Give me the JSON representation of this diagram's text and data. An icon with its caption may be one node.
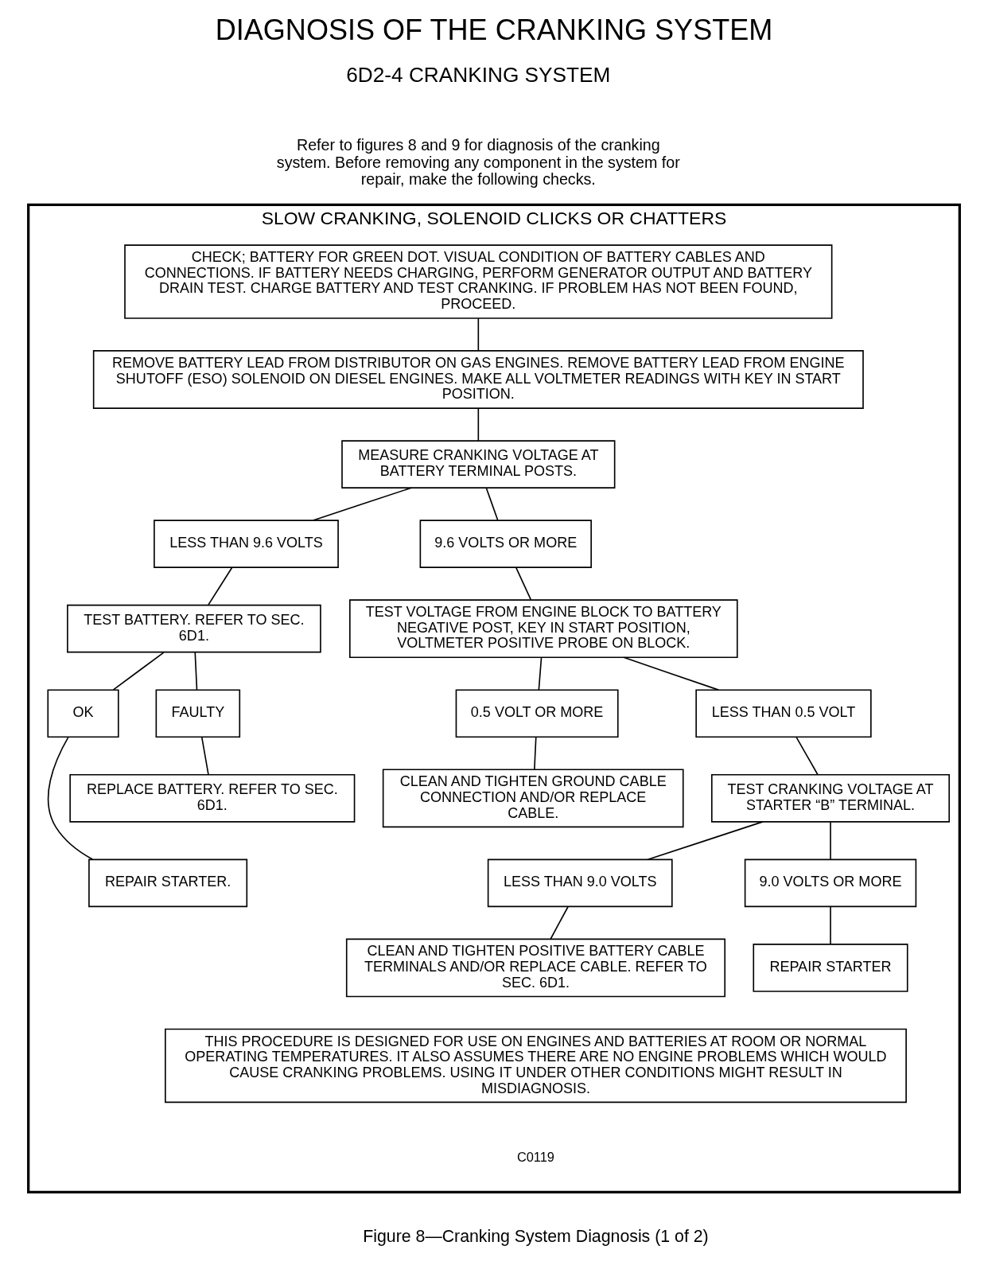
{
  "diagram": {
    "title": "DIAGNOSIS OF THE CRANKING SYSTEM",
    "caption": "Figure 8—Cranking System Diagnosis (1 of 2)",
    "nodes": [
      {
        "text": [
          "SLOW CRANKING, SOLENOID CLICKS OR CHATTERS"
        ]
      },
      {
        "text": [
          "CHECK; BATTERY FOR GREEN DOT. VISUAL CONDITION OF BATTERY CABLES AND CONNECTIONS. IF BATTERY NEEDS CHARGING, PERFORM GENERATOR OUTPUT AND BATTERY DRAIN TEST. CHARGE BATTERY AND TEST CRANKING. IF PROBLEM HAS NOT BEEN FOUND, PROCEED."
        ],
        "in": 0
      },
      {
        "text": [
          "REMOVE BATTERY LEAD FROM DISTRIBUTOR ON GAS ENGINES. REMOVE BATTERY LEAD FROM ENGINE SHUTOFF (ESO) SOLENOID ON DIESEL ENGINES. MAKE ALL VOLTMETER READINGS WITH KEY IN START POSITION."
        ],
        "in": 0
      },
      {
        "text": [
          "MEASURE CRANKING VOLTAGE AT BATTERY TERMINAL POSTS."
        ],
        "in": 0
      },
      {
        "text": [
          "LESS THAN 9.6 VOLTS"
        ],
        "in": 0
      },
      {
        "text": [
          "9.6 VOLTS OR MORE"
        ],
        "in": 0
      },
      {
        "text": [
          "TEST BATTERY. REFER TO SEC. 6D1."
        ],
        "in": 0
      },
      {
        "text": [
          "TEST VOLTAGE FROM ENGINE BLOCK TO BATTERY NEGATIVE POST, KEY IN START POSITION, VOLTMETER POSITIVE PROBE ON BLOCK."
        ],
        "in": 0
      },
      {
        "text": [
          "OK"
        ],
        "in": 0
      },
      {
        "text": [
          "FAULTY"
        ],
        "in": 0
      },
      {
        "text": [
          "0.5 VOLT OR MORE"
        ],
        "in": 0
      },
      {
        "text": [
          "LESS THAN 0.5 VOLT"
        ],
        "in": 0
      },
      {
        "text": [
          "REPLACE BATTERY. REFER TO SEC. 6D1."
        ],
        "in": 0
      },
      {
        "text": [
          "CLEAN AND TIGHTEN GROUND CABLE CONNECTION AND/OR REPLACE CABLE."
        ],
        "in": 0
      },
      {
        "text": [
          "TEST CRANKING VOLTAGE AT STARTER “B” TERMINAL."
        ],
        "in": 0
      },
      {
        "text": [
          "REPAIR STARTER."
        ],
        "in": 0
      },
      {
        "text": [
          "LESS THAN 9.0 VOLTS"
        ],
        "in": 0
      },
      {
        "text": [
          "9.0 VOLTS OR MORE"
        ],
        "in": 0
      },
      {
        "text": [
          "CLEAN AND TIGHTEN POSITIVE BATTERY CABLE TERMINALS AND/OR REPLACE CABLE. REFER TO SEC. 6D1."
        ],
        "in": 0
      },
      {
        "text": [
          "REPAIR STARTER"
        ],
        "in": 0
      },
      {
        "text": [
          "THIS PROCEDURE IS DESIGNED FOR USE ON ENGINES AND BATTERIES AT ROOM OR NORMAL OPERATING TEMPERATURES. IT ALSO ASSUMES THERE ARE NO ENGINE PROBLEMS WHICH WOULD CAUSE CRANKING PROBLEMS. USING IT UNDER OTHER CONDITIONS MIGHT RESULT IN MISDIAGNOSIS."
        ],
        "in": 0
      }
    ],
    "edges": [
      {
        "from": 1,
        "to": 2,
        "arrow": "none"
      },
      {
        "from": 2,
        "to": 3,
        "arrow": "none"
      },
      {
        "from": 3,
        "to": 4,
        "arrow": "none"
      },
      {
        "from": 3,
        "to": 5,
        "arrow": "none"
      },
      {
        "from": 4,
        "to": 6,
        "arrow": "none"
      },
      {
        "from": 5,
        "to": 7,
        "arrow": "none"
      },
      {
        "from": 6,
        "to": 8,
        "arrow": "none"
      },
      {
        "from": 6,
        "to": 9,
        "arrow": "none"
      },
      {
        "from": 8,
        "to": 15,
        "arrow": "none"
      },
      {
        "from": 9,
        "to": 12,
        "arrow": "none"
      },
      {
        "from": 7,
        "to": 10,
        "arrow": "none"
      },
      {
        "from": 7,
        "to": 11,
        "arrow": "none"
      },
      {
        "from": 10,
        "to": 13,
        "arrow": "none"
      },
      {
        "from": 11,
        "to": 14,
        "arrow": "none"
      },
      {
        "from": 14,
        "to": 16,
        "arrow": "none"
      },
      {
        "from": 14,
        "to": 17,
        "arrow": "none"
      },
      {
        "from": 16,
        "to": 18,
        "arrow": "none"
      },
      {
        "from": 17,
        "to": 19,
        "arrow": "none"
      }
    ],
    "labels": [
      "6D2-4 CRANKING SYSTEM",
      "Refer to figures 8 and 9 for diagnosis of the cranking system. Before removing any component in the system for repair, make the following checks.",
      "C0119"
    ]
  }
}
